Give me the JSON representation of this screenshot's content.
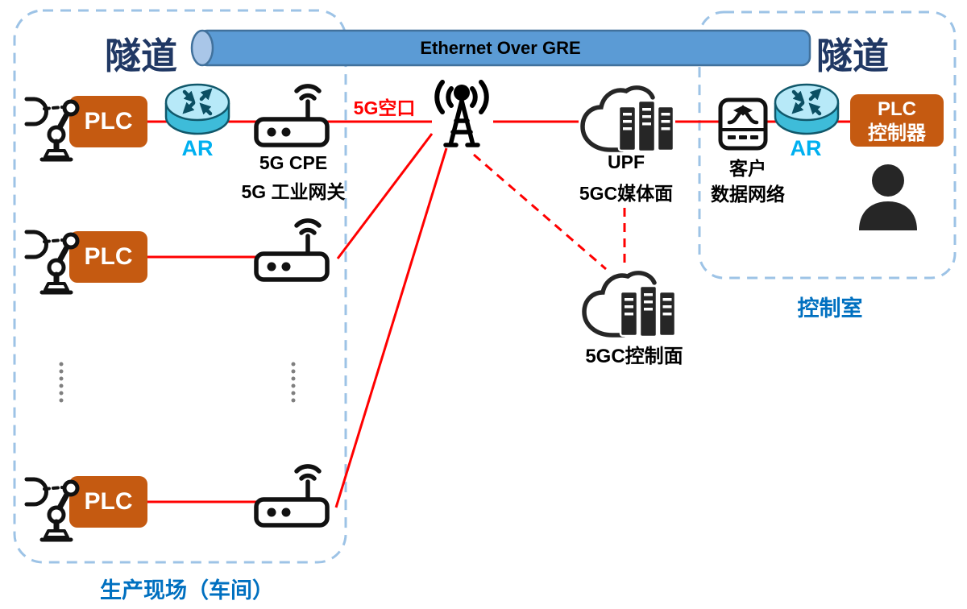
{
  "diagram": {
    "banner_label": "Ethernet Over GRE",
    "tunnel_label_left": "隧道",
    "tunnel_label_right": "隧道",
    "air_interface_label": "5G空口",
    "production_zone": {
      "zone_label": "生产现场（车间）",
      "plc_label": "PLC",
      "ar_label": "AR",
      "cpe_label_line1": "5G CPE",
      "cpe_label_line2": "5G 工业网关"
    },
    "core_network": {
      "upf_label_line1": "UPF",
      "upf_label_line2": "5GC媒体面",
      "control_plane_label": "5GC控制面"
    },
    "control_room": {
      "zone_label": "控制室",
      "customer_network_line1": "客户",
      "customer_network_line2": "数据网络",
      "ar_label": "AR",
      "plc_controller_line1": "PLC",
      "plc_controller_line2": "控制器"
    },
    "colors": {
      "connection_red": "#FF0000",
      "zone_border_blue": "#9DC3E6",
      "tunnel_text_navy": "#203864",
      "zone_label_blue": "#0070C0",
      "ar_cyan": "#00B0F0",
      "plc_orange": "#C55A11",
      "pipe_fill": "#5B9BD5",
      "pipe_border": "#41719C",
      "icon_black": "#1A1A1A"
    }
  }
}
